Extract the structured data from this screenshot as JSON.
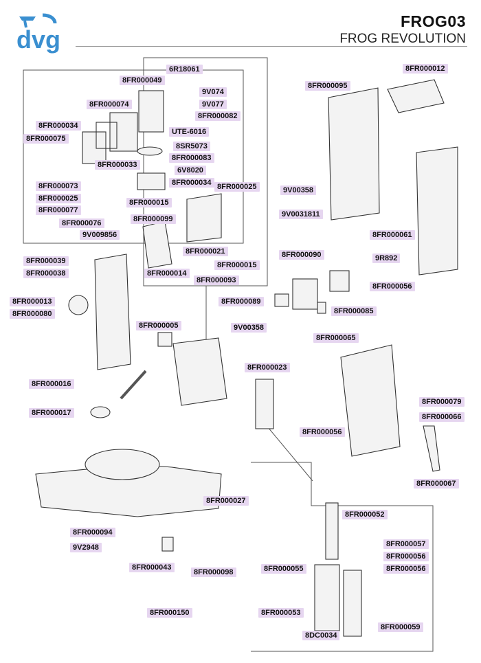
{
  "header": {
    "code": "FROG03",
    "model": "FROG REVOLUTION",
    "brand": "dvg"
  },
  "parts": [
    "6R18061",
    "8FR000049",
    "9V074",
    "8FR000074",
    "9V077",
    "8FR000082",
    "8FR000034",
    "UTE-6016",
    "8FR000075",
    "8SR5073",
    "8FR000083",
    "8FR000033",
    "6V8020",
    "8FR000034",
    "8FR000073",
    "8FR000025",
    "8FR000025",
    "8FR000015",
    "8FR000077",
    "8FR000076",
    "8FR000099",
    "9V009856",
    "8FR000021",
    "8FR000015",
    "8FR000014",
    "8FR000093",
    "8FR000039",
    "8FR000038",
    "8FR000013",
    "8FR000080",
    "8FR000005",
    "8FR000023",
    "8FR000016",
    "8FR000017",
    "8FR000027",
    "8FR000094",
    "9V2948",
    "8FR000043",
    "8FR000098",
    "8FR000150",
    "8FR000012",
    "8FR000095",
    "9V00358",
    "9V0031811",
    "8FR000061",
    "8FR000090",
    "9R892",
    "8FR000056",
    "8FR000089",
    "8FR000085",
    "9V00358",
    "8FR000065",
    "8FR000079",
    "8FR000066",
    "8FR000056",
    "8FR000067",
    "8FR000052",
    "8FR000057",
    "8FR000056",
    "8FR000055",
    "8FR000056",
    "8FR000053",
    "8FR000059",
    "8DC0034"
  ]
}
